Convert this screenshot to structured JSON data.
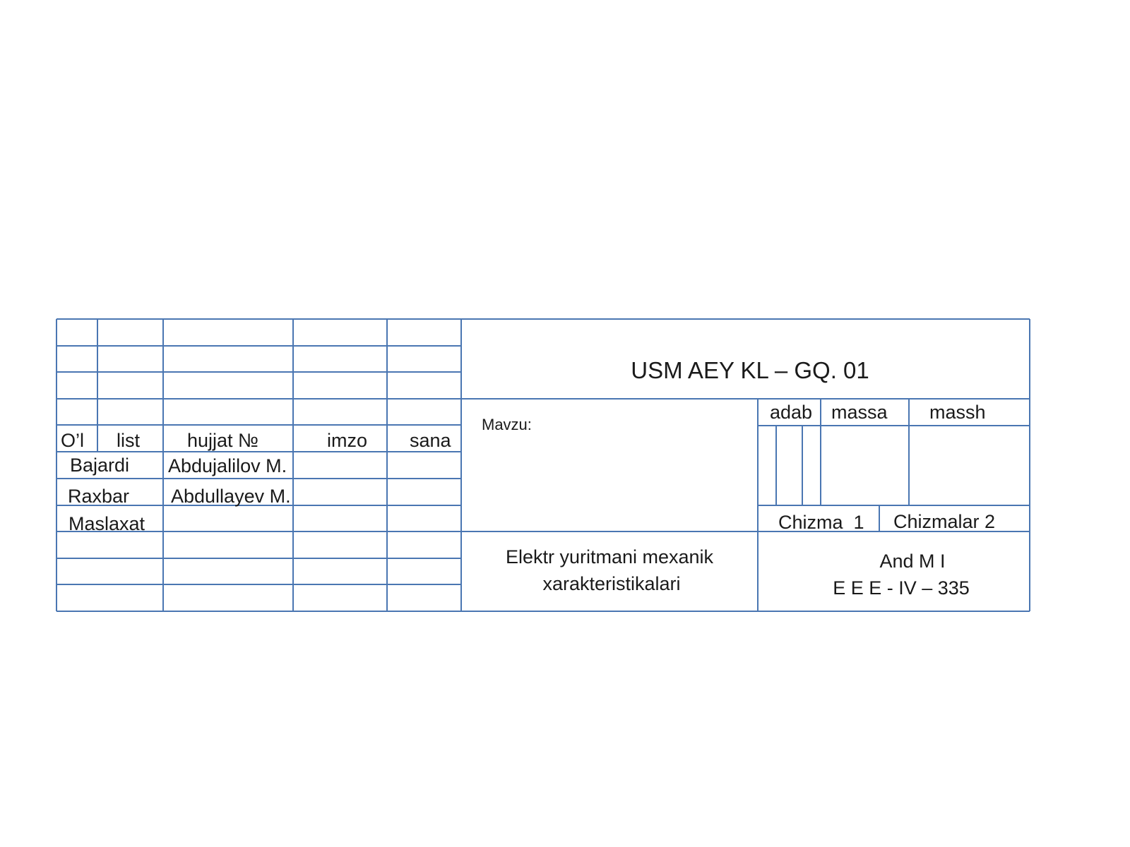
{
  "title_block": {
    "code": "USM AEY KL – GQ. 01",
    "topic_label": "Mavzu:",
    "topic": {
      "line1": "Elektr yuritmani mexanik",
      "line2": "xarakteristikalari"
    },
    "stage_headers": {
      "adab": "adab",
      "massa": "massa",
      "massh": "massh"
    },
    "sheet": "Chizma  1",
    "sheets": "Chizmalar 2",
    "organization": {
      "line1": "And M I",
      "line2": "E E E - IV – 335"
    }
  },
  "revision_table": {
    "headers": [
      "O’l",
      "list",
      "hujjat №",
      "imzo",
      "sana"
    ]
  },
  "signatures": [
    {
      "role": "Bajardi",
      "name": "Abdujalilov M."
    },
    {
      "role": "Raxbar",
      "name": "Abdullayev M."
    },
    {
      "role": "Maslaxat",
      "name": ""
    }
  ],
  "colors": {
    "grid_lines": "#4a76b2",
    "text": "#1a1a1a",
    "background": "#ffffff"
  }
}
